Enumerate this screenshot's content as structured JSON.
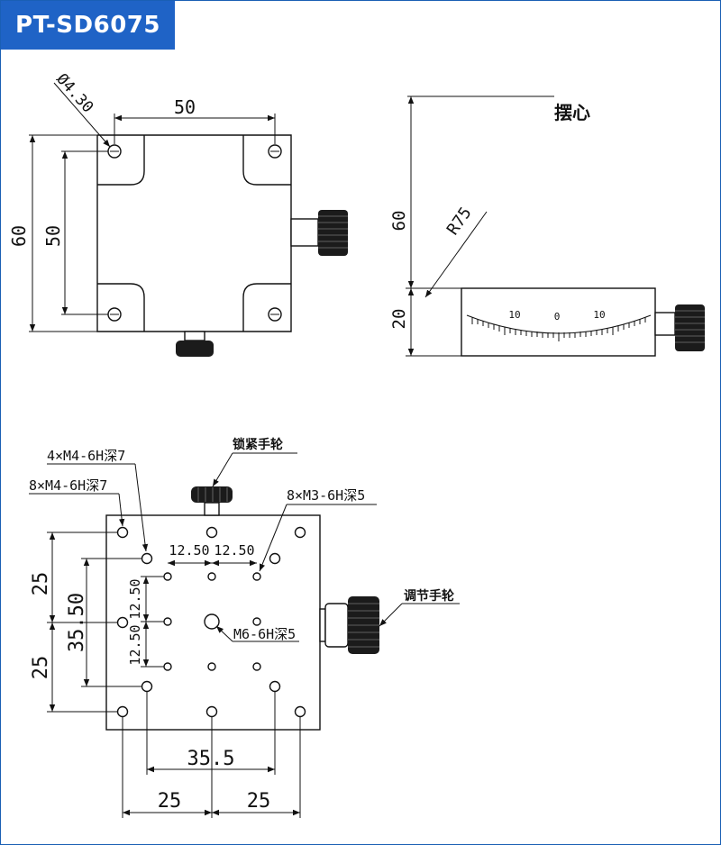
{
  "title": "PT-SD6075",
  "top_view": {
    "hole_diameter": "Ø4.30",
    "width_dim": "50",
    "hole_spacing_v": "50",
    "height_dim": "60"
  },
  "side_view": {
    "label_center": "摆心",
    "height_60": "60",
    "radius": "R75",
    "height_20": "20",
    "scale_left": "10",
    "scale_zero": "0",
    "scale_right": "10"
  },
  "bottom_view": {
    "callout_4holes": "4×M4-6H深7",
    "callout_8holes": "8×M4-6H深7",
    "callout_m3": "8×M3-6H深5",
    "callout_lock": "锁紧手轮",
    "callout_adjust": "调节手轮",
    "callout_center": "M6-6H深5",
    "dim_12_50_a": "12.50",
    "dim_12_50_b": "12.50",
    "dim_12_50_c": "12.50",
    "dim_12_50_d": "12.50",
    "dim_25_a": "25",
    "dim_35_50": "35.50",
    "dim_25_b": "25",
    "dim_35_5": "35.5",
    "dim_25_c": "25",
    "dim_25_d": "25"
  }
}
